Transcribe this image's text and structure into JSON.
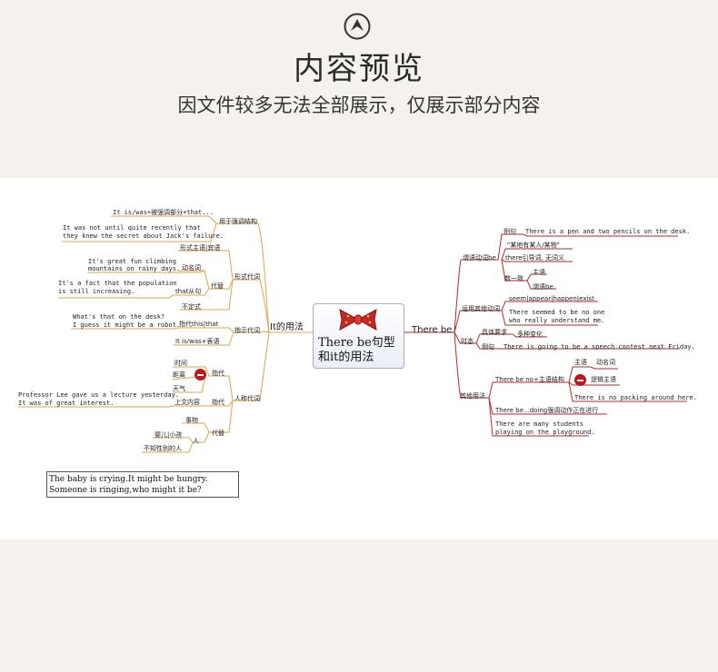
{
  "header": {
    "title": "内容预览",
    "subtitle": "因文件较多无法全部展示，仅展示部分内容"
  },
  "mindmap": {
    "center": {
      "line1": "There be句型",
      "line2": "和it的用法"
    },
    "left_main": "It的用法",
    "right_main": "There be",
    "left": {
      "emphasis": "用于强调结构",
      "emphasis_pattern": "It is/was+被强调部分+that...",
      "emphasis_ex1": "It was not until quite recently that",
      "emphasis_ex2": "they knew the secret about Jack's failure.",
      "formal": "形式代词",
      "formal_subject": "形式主语|宾语",
      "formal_replace": "代替",
      "formal_gerund": "动名词",
      "formal_ex_gerund1": "It's great fun climbing",
      "formal_ex_gerund2": "mountains on rainy days.",
      "formal_that": "that从句",
      "formal_ex_that1": "It's a fact that the population",
      "formal_ex_that2": "is still increasing.",
      "formal_inf": "不定式",
      "demo": "指示代词",
      "demo_ex1": "What's that on the desk?",
      "demo_ex2": "I guess it might be a robot.",
      "demo_this": "指代this|that",
      "demo_is": "It is/was+表语",
      "personal": "人称代词",
      "time": "时间",
      "distance": "距离",
      "weather": "天气",
      "refer": "指代",
      "context": "上文内容",
      "refer2": "指代",
      "prof_ex1": "Professor Lee gave us a lecture yesterday.",
      "prof_ex2": "It was of great interest.",
      "thing": "事物",
      "replace2": "代替",
      "person": "人",
      "baby": "婴儿|小孩",
      "unknown": "不知性别的人",
      "note1": "The baby is crying.It might be hungry.",
      "note2": "Someone is ringing,who might it be?"
    },
    "right": {
      "be": "谓语动词be",
      "example": "例句",
      "example_text": "There is a pen and two pencils on the desk.",
      "someplace": "\"某地有某人/某物\"",
      "intro": "there引导词, 无词义",
      "agree": "数一致",
      "subject": "主语",
      "predicate_be": "谓语be",
      "other_verbs": "运用其他动词",
      "verbs_list": "seem|appear|happen|exist",
      "verbs_ex1": "There seemed to be no one",
      "verbs_ex2": "who really understand me.",
      "tense": "时态",
      "specific": "具体要求",
      "changes": "多种变化",
      "tense_example": "例句",
      "tense_ex": "There is going to be a speech contest next Friday.",
      "other_use": "其他用法",
      "no_struct": "There be no+主语结构",
      "subject2": "主语",
      "gerund2": "动名词",
      "logic_subject": "逻辑主语",
      "no_ex": "There is no packing around here.",
      "doing": "There be...doing强调动作正在进行",
      "doing_ex1": "There are many students",
      "doing_ex2": "playing on the playground."
    }
  },
  "colors": {
    "page_bg": "#f5f2ed",
    "left_branch": "#e0a24a",
    "right_branch": "#b52a2a",
    "no_icon": "#c0161b"
  },
  "icons": [
    "up-arrow-circle-icon",
    "bow-icon",
    "no-entry-icon"
  ]
}
